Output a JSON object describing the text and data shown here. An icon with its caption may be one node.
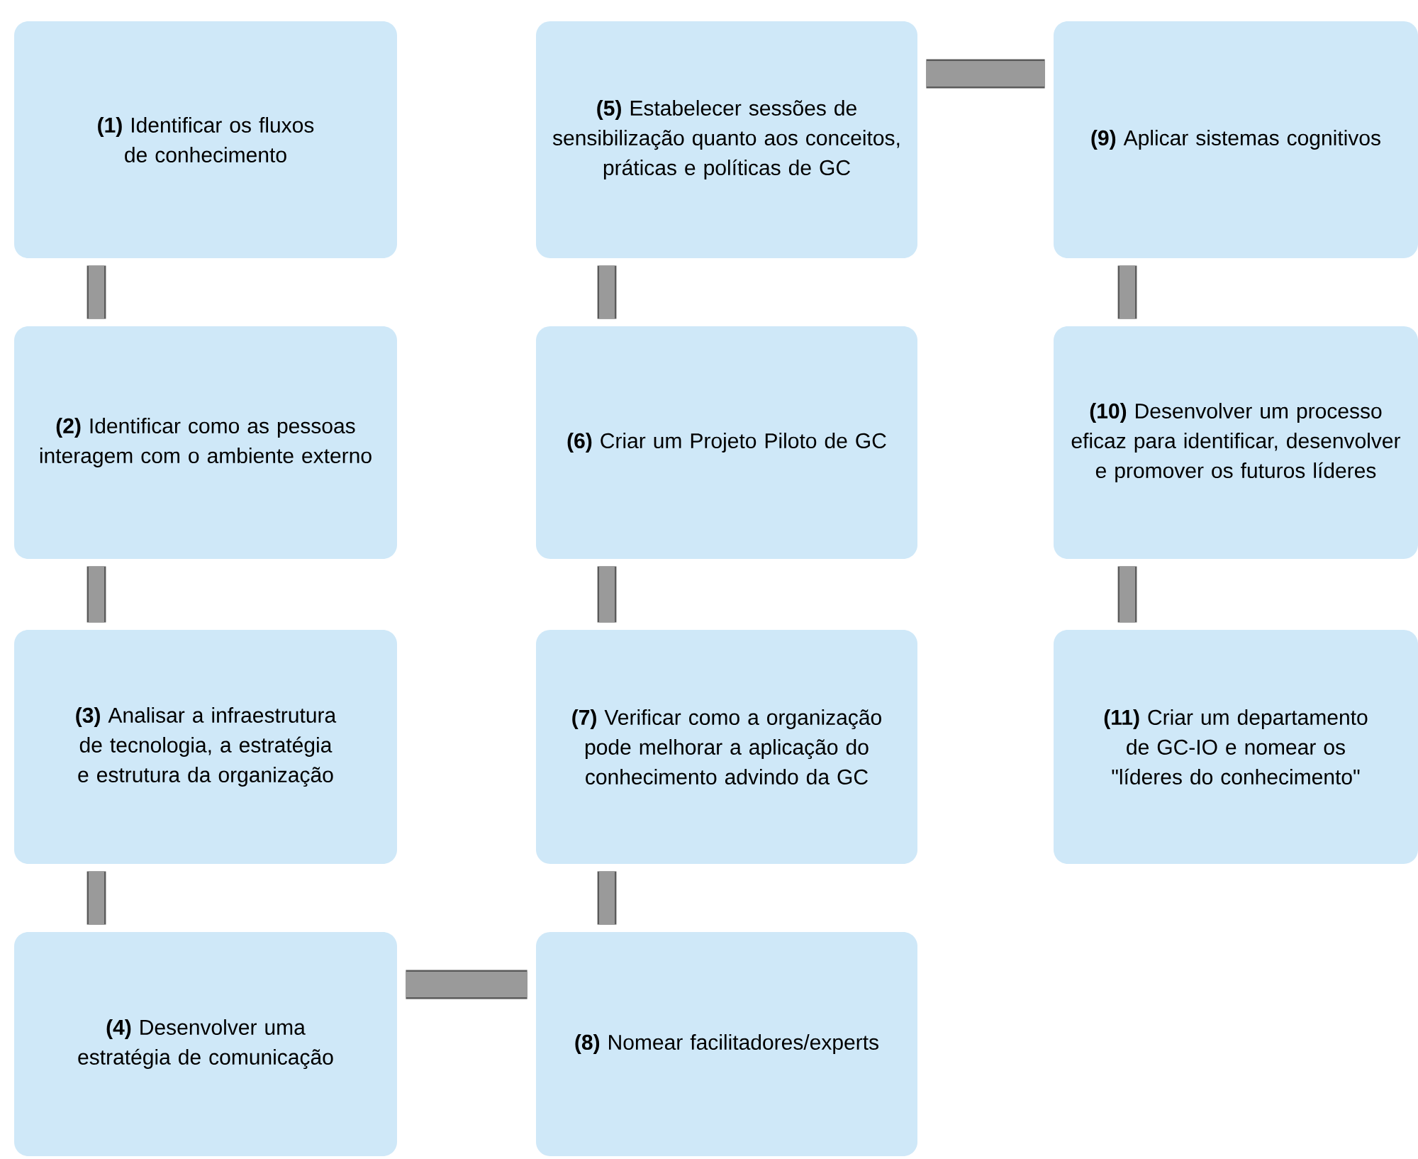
{
  "diagram": {
    "nodes": [
      {
        "text": [
          "**(1)** Identificar os fluxos de conhecimento"
        ]
      },
      {
        "text": [
          "**(2)** Identificar como as pessoas interagem com o ambiente externo"
        ]
      },
      {
        "text": [
          "**(3)** Analisar a infraestrutura de tecnologia, a estratégia e estrutura da organização"
        ]
      },
      {
        "text": [
          "**(4)** Desenvolver uma estratégia de comunicação"
        ]
      },
      {
        "text": [
          "**(5)** Estabelecer sessões de sensibilização quanto aos conceitos, práticas e políticas de GC"
        ]
      },
      {
        "text": [
          "**(6)** Criar um Projeto Piloto de GC"
        ]
      },
      {
        "text": [
          "**(7)** Verificar como a organização pode melhorar a aplicação do conhecimento advindo da GC"
        ]
      },
      {
        "text": [
          "**(8)** Nomear facilitadores/experts"
        ]
      },
      {
        "text": [
          "**(9)** Aplicar sistemas cognitivos"
        ]
      },
      {
        "text": [
          "**(10)** Desenvolver um processo eficaz para identificar, desenvolver e promover os futuros líderes"
        ]
      },
      {
        "text": [
          "**(11)** Criar um departamento de GC-IO e nomear os \"líderes do conhecimento\""
        ]
      }
    ],
    "edges": [
      {
        "from": 0,
        "to": 1,
        "arrow": "none"
      },
      {
        "from": 1,
        "to": 2,
        "arrow": "none"
      },
      {
        "from": 2,
        "to": 3,
        "arrow": "none"
      },
      {
        "from": 3,
        "to": 7,
        "arrow": "none"
      },
      {
        "from": 7,
        "to": 6,
        "arrow": "none"
      },
      {
        "from": 6,
        "to": 5,
        "arrow": "none"
      },
      {
        "from": 5,
        "to": 4,
        "arrow": "none"
      },
      {
        "from": 4,
        "to": 8,
        "arrow": "none"
      },
      {
        "from": 8,
        "to": 9,
        "arrow": "none"
      },
      {
        "from": 9,
        "to": 10,
        "arrow": "none"
      }
    ]
  }
}
